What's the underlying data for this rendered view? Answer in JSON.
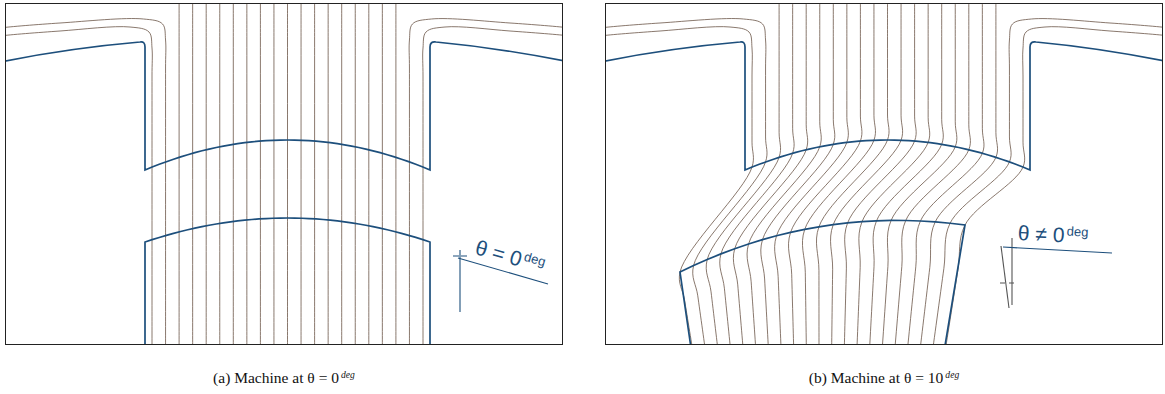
{
  "diagram": {
    "labels": [
      "θ = 0",
      "deg",
      "θ ≠ 0",
      "deg",
      "(a) Machine at θ = 0",
      "deg",
      "(b) Machine at θ = 10",
      "deg"
    ]
  }
}
